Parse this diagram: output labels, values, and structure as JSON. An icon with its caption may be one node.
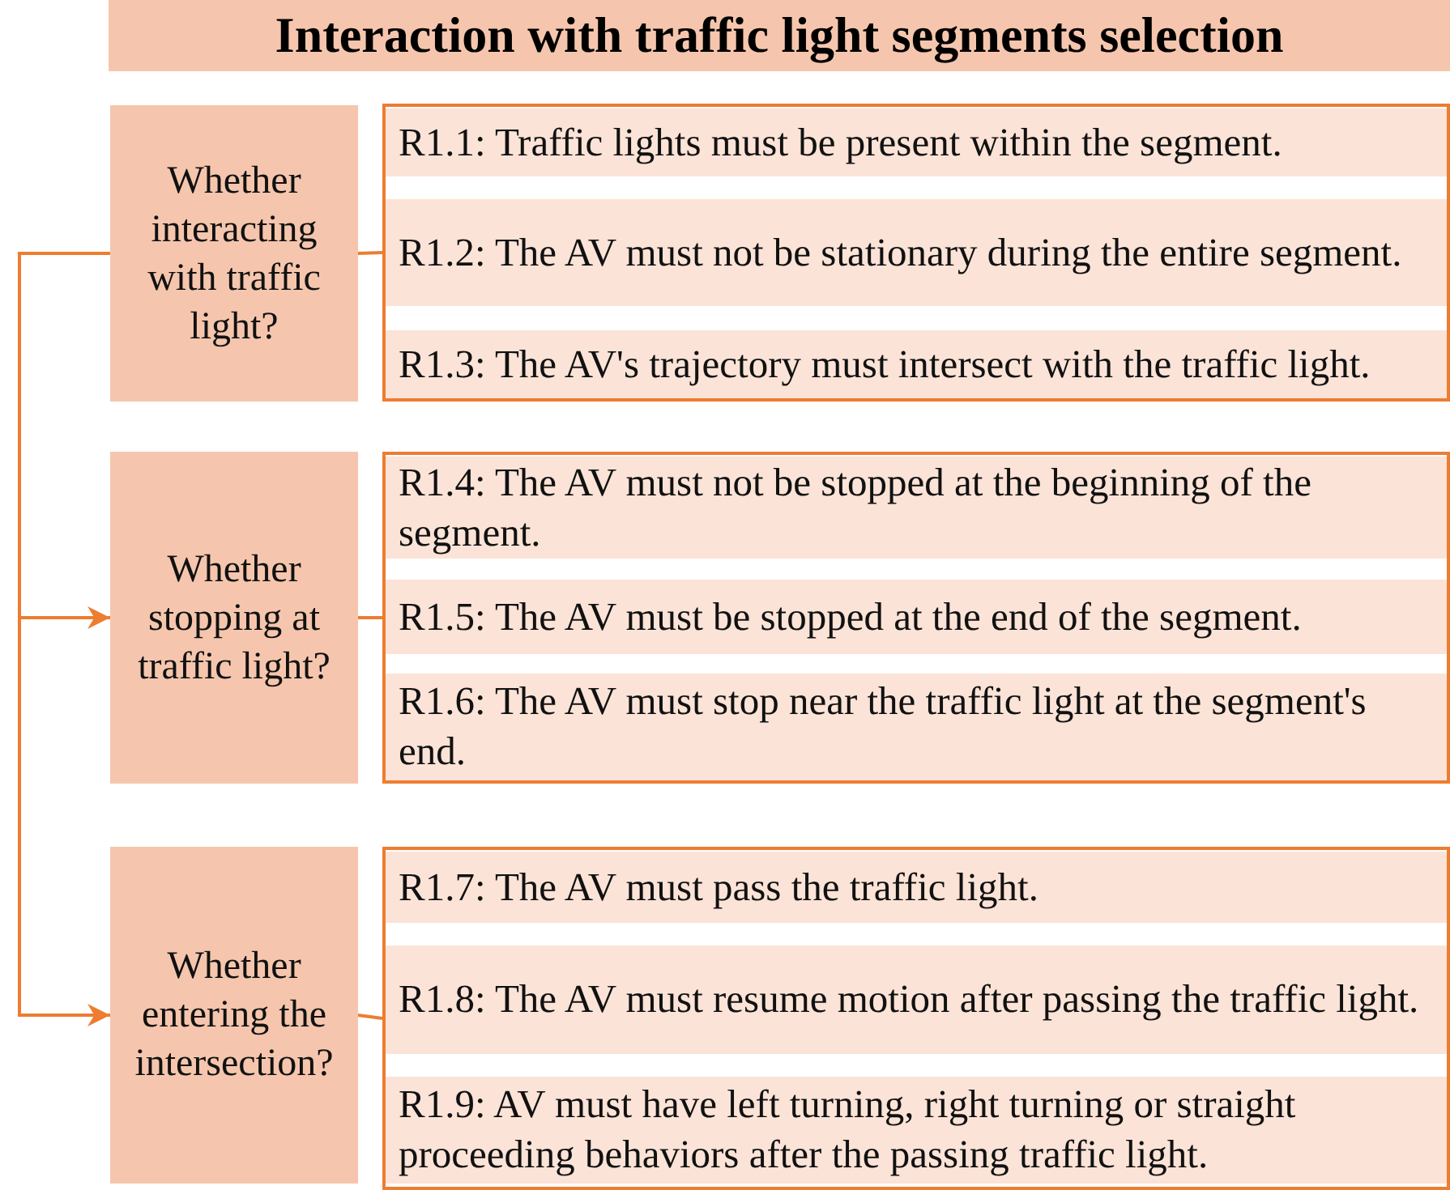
{
  "diagram": {
    "title": "Interaction with traffic light segments selection",
    "nodes": [
      {
        "text": [
          "Whether interacting with traffic light?"
        ]
      },
      {
        "text": [],
        "shape": "box"
      },
      {
        "text": [
          "R1.1: Traffic lights must be present within the segment."
        ],
        "in": 1
      },
      {
        "text": [
          "R1.2: The AV must not be stationary during the entire segment."
        ],
        "in": 1
      },
      {
        "text": [
          "R1.3: The AV's trajectory must intersect with the traffic light."
        ],
        "in": 1
      },
      {
        "text": [
          "Whether stopping at traffic light?"
        ]
      },
      {
        "text": [],
        "shape": "box"
      },
      {
        "text": [
          "R1.4: The AV must not be stopped at the beginning of the segment."
        ],
        "in": 6
      },
      {
        "text": [
          "R1.5: The AV must be stopped at the end of the segment."
        ],
        "in": 6
      },
      {
        "text": [
          "R1.6: The AV must stop near the traffic light at the segment's end."
        ],
        "in": 6
      },
      {
        "text": [
          "Whether entering the intersection?"
        ]
      },
      {
        "text": [],
        "shape": "box"
      },
      {
        "text": [
          "R1.7: The AV must pass the traffic light."
        ],
        "in": 11
      },
      {
        "text": [
          "R1.8: The AV must resume motion after passing the traffic light."
        ],
        "in": 11
      },
      {
        "text": [
          "R1.9: AV must have left turning, right turning or straight proceeding behaviors after the passing traffic light."
        ],
        "in": 11
      }
    ],
    "edges": [
      {
        "from": 0,
        "to": 1,
        "arrow": "none"
      },
      {
        "from": 5,
        "to": 6,
        "arrow": "none"
      },
      {
        "from": 10,
        "to": 11,
        "arrow": "none"
      },
      {
        "from": 0,
        "to": 5,
        "arrow": "to"
      },
      {
        "from": 0,
        "to": 10,
        "arrow": "to"
      }
    ]
  }
}
